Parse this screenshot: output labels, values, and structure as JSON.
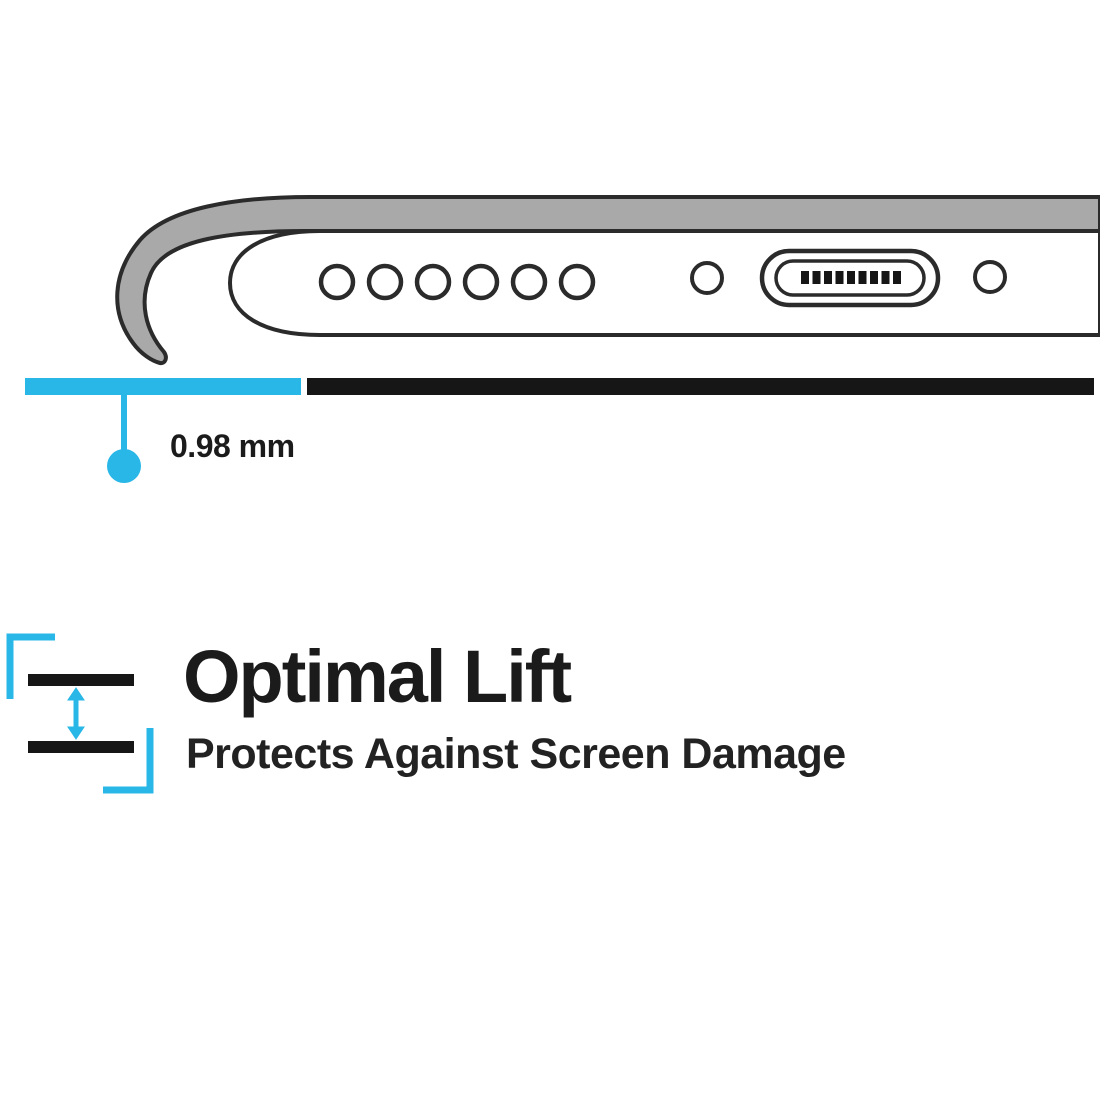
{
  "colors": {
    "accent_cyan": "#29b7e8",
    "ink": "#161616",
    "case_gray": "#a9a9a9",
    "outline": "#2b2b2b"
  },
  "illustration": {
    "name": "phone-case-bottom-edge-profile",
    "speaker_hole_count": 6,
    "screw_hole_count": 2,
    "port": "charging-port"
  },
  "measurement": {
    "label": "0.98 mm"
  },
  "feature": {
    "title": "Optimal Lift",
    "subtitle": "Protects Against Screen Damage"
  }
}
